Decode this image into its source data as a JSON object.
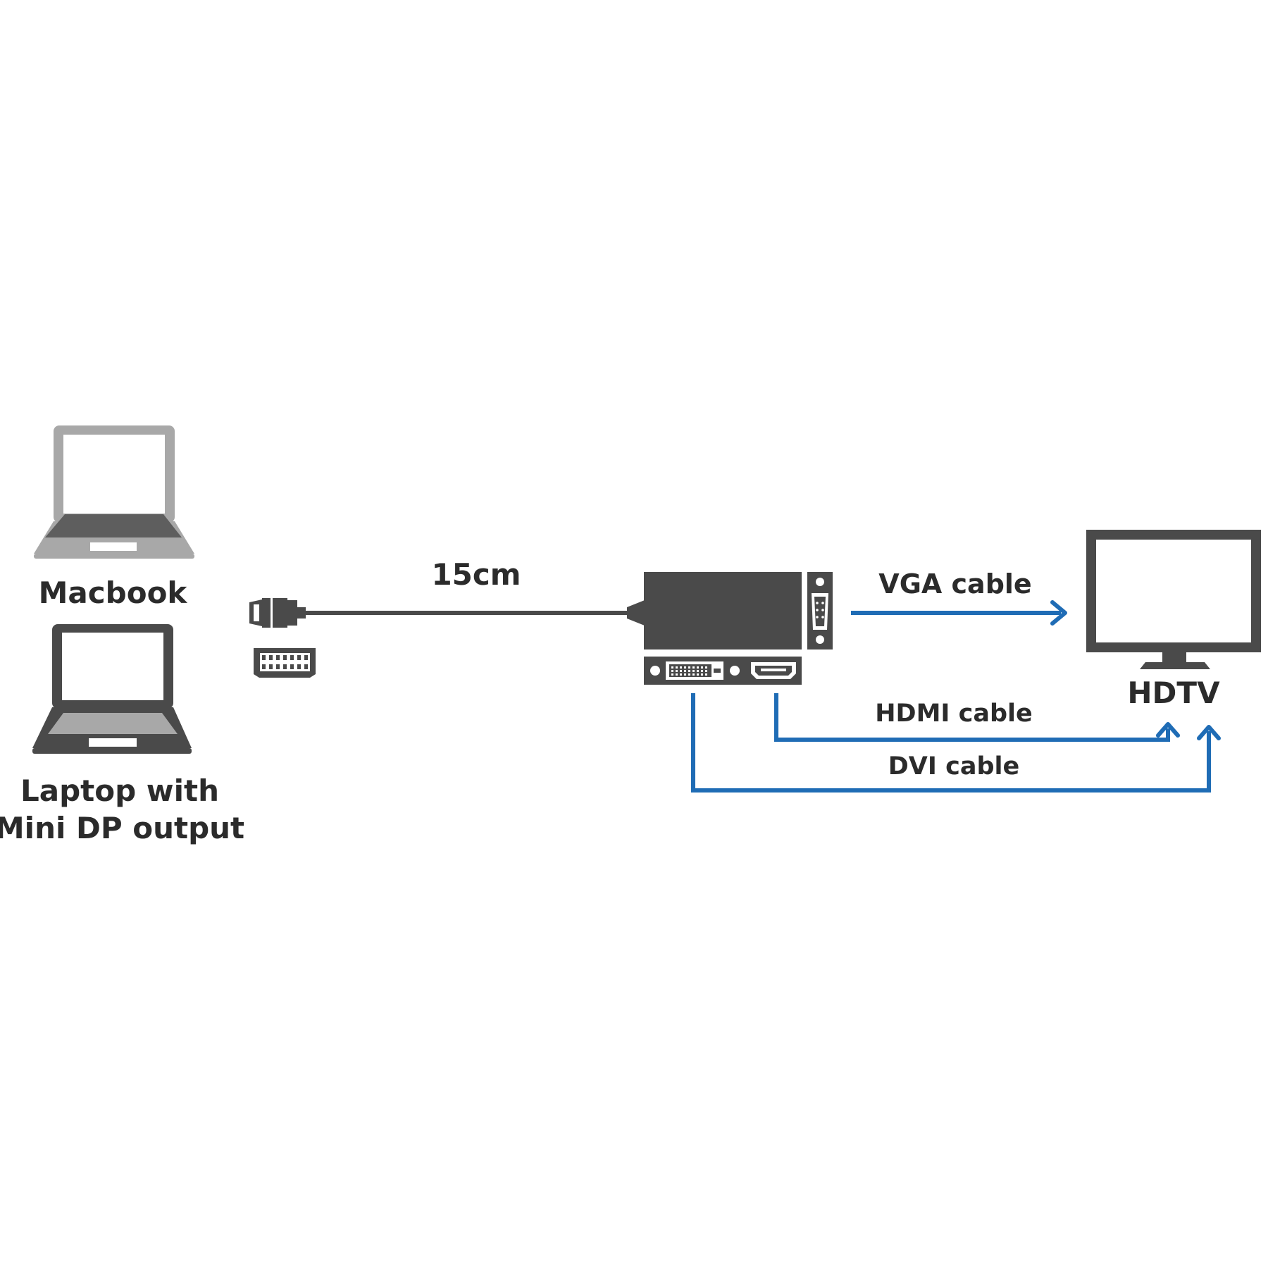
{
  "labels": {
    "macbook": "Macbook",
    "laptop_line1": "Laptop with",
    "laptop_line2": "Mini DP output",
    "cable_length": "15cm",
    "vga": "VGA cable",
    "hdmi": "HDMI cable",
    "dvi": "DVI cable",
    "hdtv": "HDTV"
  },
  "colors": {
    "arrow": "#1f6cb5",
    "device_dark": "#4a4a4a",
    "macbook_gray": "#a8a8a8",
    "text": "#2b2b2b"
  },
  "icons": {
    "macbook": "laptop-icon",
    "laptop": "laptop-icon",
    "mini_dp_plug": "mini-displayport-plug-icon",
    "mini_dp_port": "mini-displayport-port-icon",
    "adapter": "adapter-hub-icon",
    "vga_port": "vga-port-icon",
    "dvi_port": "dvi-port-icon",
    "hdmi_port": "hdmi-port-icon",
    "tv": "monitor-icon"
  }
}
